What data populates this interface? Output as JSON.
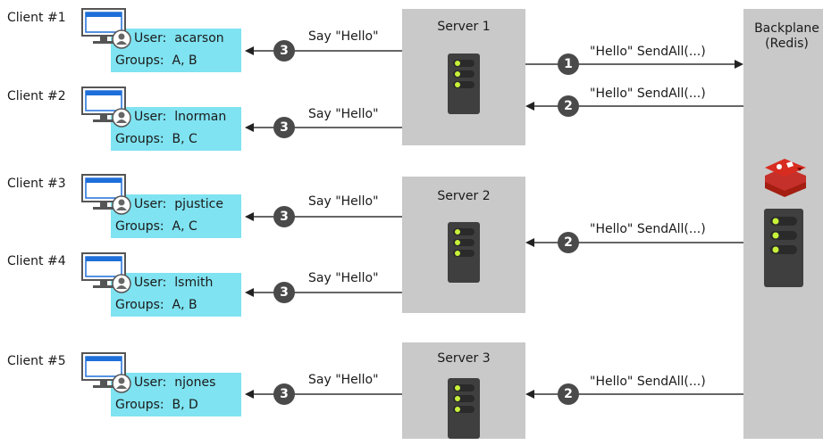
{
  "clients": [
    {
      "label": "Client #1",
      "user_label": "User:",
      "user": "acarson",
      "groups_label": "Groups:",
      "groups": "A, B"
    },
    {
      "label": "Client #2",
      "user_label": "User:",
      "user": "lnorman",
      "groups_label": "Groups:",
      "groups": "B, C"
    },
    {
      "label": "Client #3",
      "user_label": "User:",
      "user": "pjustice",
      "groups_label": "Groups:",
      "groups": "A, C"
    },
    {
      "label": "Client #4",
      "user_label": "User:",
      "user": "lsmith",
      "groups_label": "Groups:",
      "groups": "A, B"
    },
    {
      "label": "Client #5",
      "user_label": "User:",
      "user": "njones",
      "groups_label": "Groups:",
      "groups": "B, D"
    }
  ],
  "servers": [
    {
      "label": "Server 1"
    },
    {
      "label": "Server 2"
    },
    {
      "label": "Server 3"
    }
  ],
  "backplane": {
    "title_line1": "Backplane",
    "title_line2": "(Redis)"
  },
  "messages": {
    "say_hello": "Say \"Hello\"",
    "send_all": "\"Hello\" SendAll(...)"
  },
  "steps": {
    "one": "1",
    "two": "2",
    "three": "3"
  },
  "colors": {
    "user_box": "#7fe3f1",
    "server_box": "#c9c9c9",
    "badge": "#4a4a4a",
    "redis_red": "#d42c24",
    "led_green": "#c8f23a"
  }
}
